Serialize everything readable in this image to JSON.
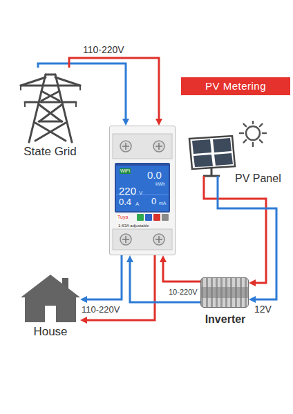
{
  "diagram": {
    "title": "PV Metering",
    "nodes": [
      {
        "text": [
          "State Grid"
        ]
      },
      {
        "text": [
          "WiFi",
          "0.0",
          "kWh",
          "220",
          "V",
          "0.4",
          "A",
          "0",
          "mA",
          "Tuya",
          "1-63A adjustable"
        ]
      },
      {
        "text": [
          "PV Panel"
        ]
      },
      {
        "text": [
          "House"
        ]
      },
      {
        "text": [
          "Inverter"
        ]
      }
    ],
    "edges": [
      {
        "from": 0,
        "to": 1,
        "label": "110-220V",
        "arrow": "to"
      },
      {
        "from": 1,
        "to": 3,
        "label": "110-220V",
        "arrow": "to"
      },
      {
        "from": 2,
        "to": 4,
        "label": "12V",
        "arrow": "to"
      },
      {
        "from": 4,
        "to": 1,
        "label": "10-220V",
        "arrow": "to"
      }
    ]
  }
}
